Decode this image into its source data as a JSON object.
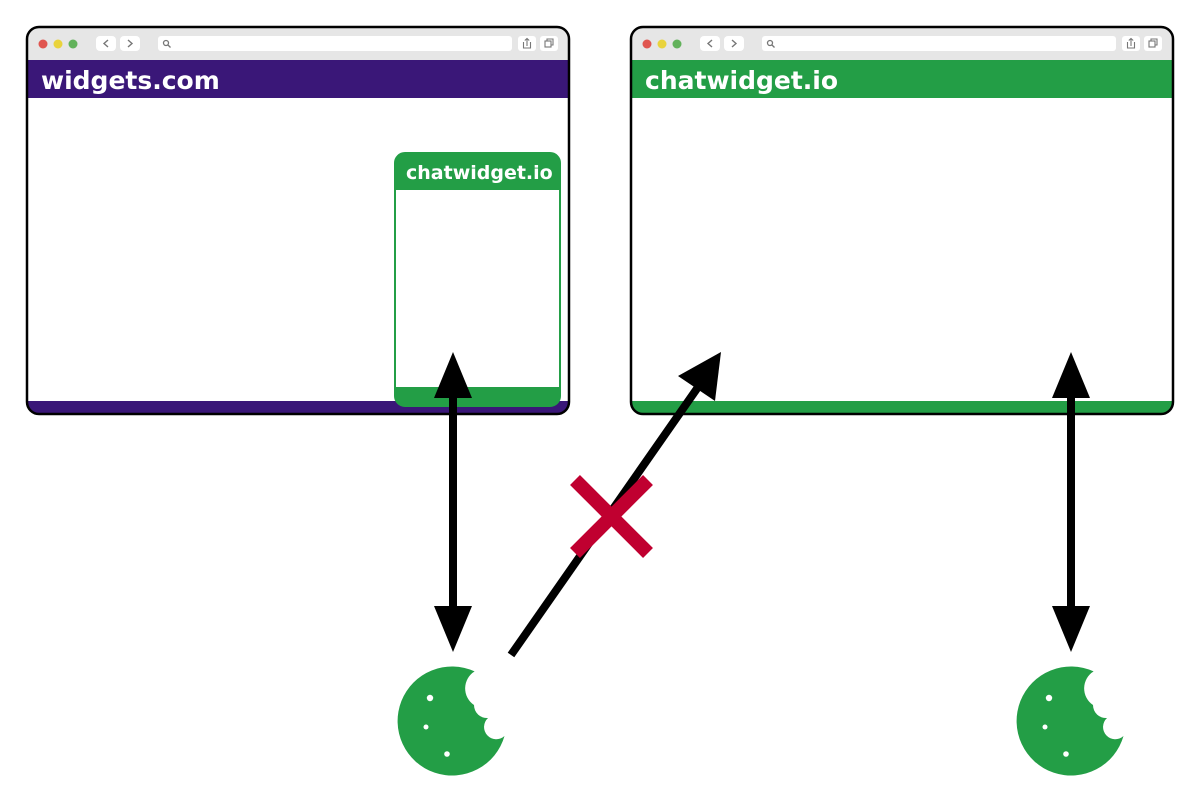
{
  "left_window": {
    "site_title": "widgets.com",
    "header_color": "#3a1778",
    "widget": {
      "title": "chatwidget.io",
      "color": "#239e46"
    }
  },
  "right_window": {
    "site_title": "chatwidget.io",
    "header_color": "#239e46"
  },
  "colors": {
    "traffic_red": "#e0554f",
    "traffic_yellow": "#e9d33c",
    "traffic_green": "#62b25b",
    "cookie": "#239e46",
    "blocked_cross": "#c00030",
    "arrow": "#000000"
  },
  "icons": {
    "blocked": "cross-icon",
    "cookie": "cookie-icon"
  }
}
